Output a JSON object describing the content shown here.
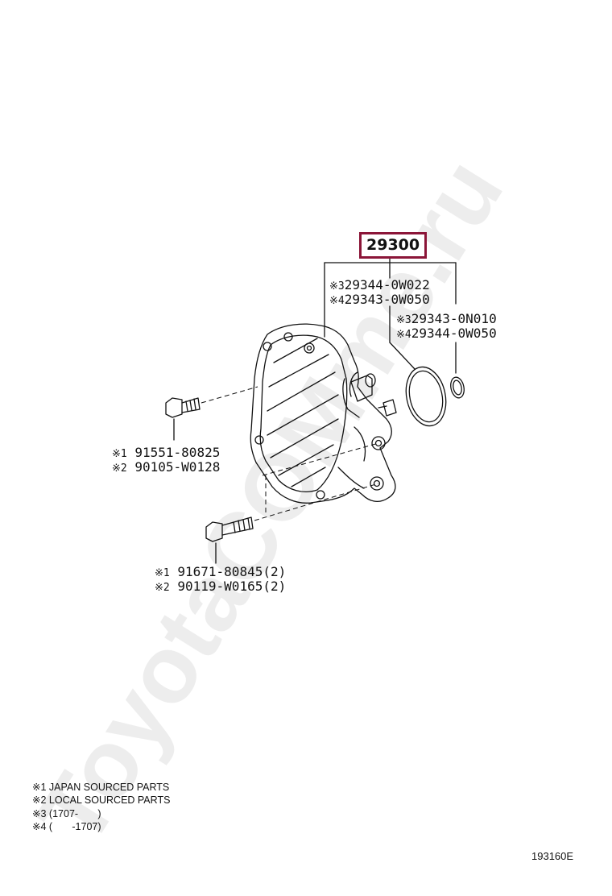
{
  "watermark": "ToyotaCOMme.ru",
  "main_callout": "29300",
  "labels": {
    "oring_large": [
      {
        "mark": "※3",
        "part": "29344-0W022"
      },
      {
        "mark": "※4",
        "part": "29343-0W050"
      }
    ],
    "oring_small": [
      {
        "mark": "※3",
        "part": "29343-0N010"
      },
      {
        "mark": "※4",
        "part": "29344-0W050"
      }
    ],
    "bolt_upper": [
      {
        "mark": "※1",
        "part": "91551-80825"
      },
      {
        "mark": "※2",
        "part": "90105-W0128"
      }
    ],
    "bolt_lower": [
      {
        "mark": "※1",
        "part": "91671-80845(2)"
      },
      {
        "mark": "※2",
        "part": "90119-W0165(2)"
      }
    ]
  },
  "legend": [
    {
      "mark": "※1",
      "text": "JAPAN SOURCED PARTS"
    },
    {
      "mark": "※2",
      "text": "LOCAL SOURCED PARTS"
    },
    {
      "mark": "※3",
      "text": "(1707-       )"
    },
    {
      "mark": "※4",
      "text": "(       -1707)"
    }
  ],
  "illustration_number": "193160E",
  "colors": {
    "callout_border": "#8b1538",
    "line": "#111111",
    "watermark": "#c8c8c8"
  }
}
